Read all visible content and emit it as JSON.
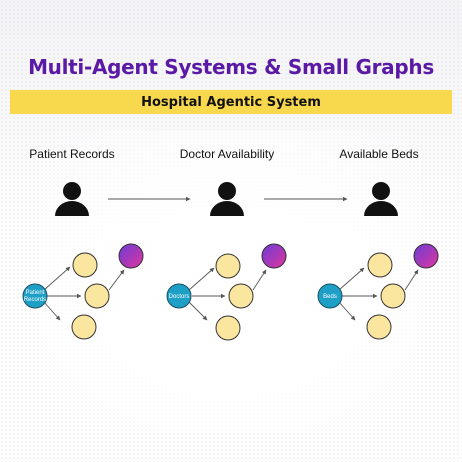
{
  "header": {
    "title": "Multi-Agent Systems & Small Graphs",
    "subtitle": "Hospital Agentic System"
  },
  "columns": [
    {
      "label": "Patient Records",
      "source_node_lines": [
        "Patient",
        "Records"
      ]
    },
    {
      "label": "Doctor Availability",
      "source_node_lines": [
        "Doctors"
      ]
    },
    {
      "label": "Available Beds",
      "source_node_lines": [
        "Beds"
      ]
    }
  ],
  "colors": {
    "title": "#5a1aa6",
    "banner": "#f8d84d",
    "source_node": "#1e9fc6",
    "source_node_stroke": "#1a4f63",
    "yellow_node": "#fbe6a0",
    "purple_gradient": [
      "#6a3bd6",
      "#e0379f"
    ],
    "person_icon": "#111111",
    "edge": "#555555"
  }
}
